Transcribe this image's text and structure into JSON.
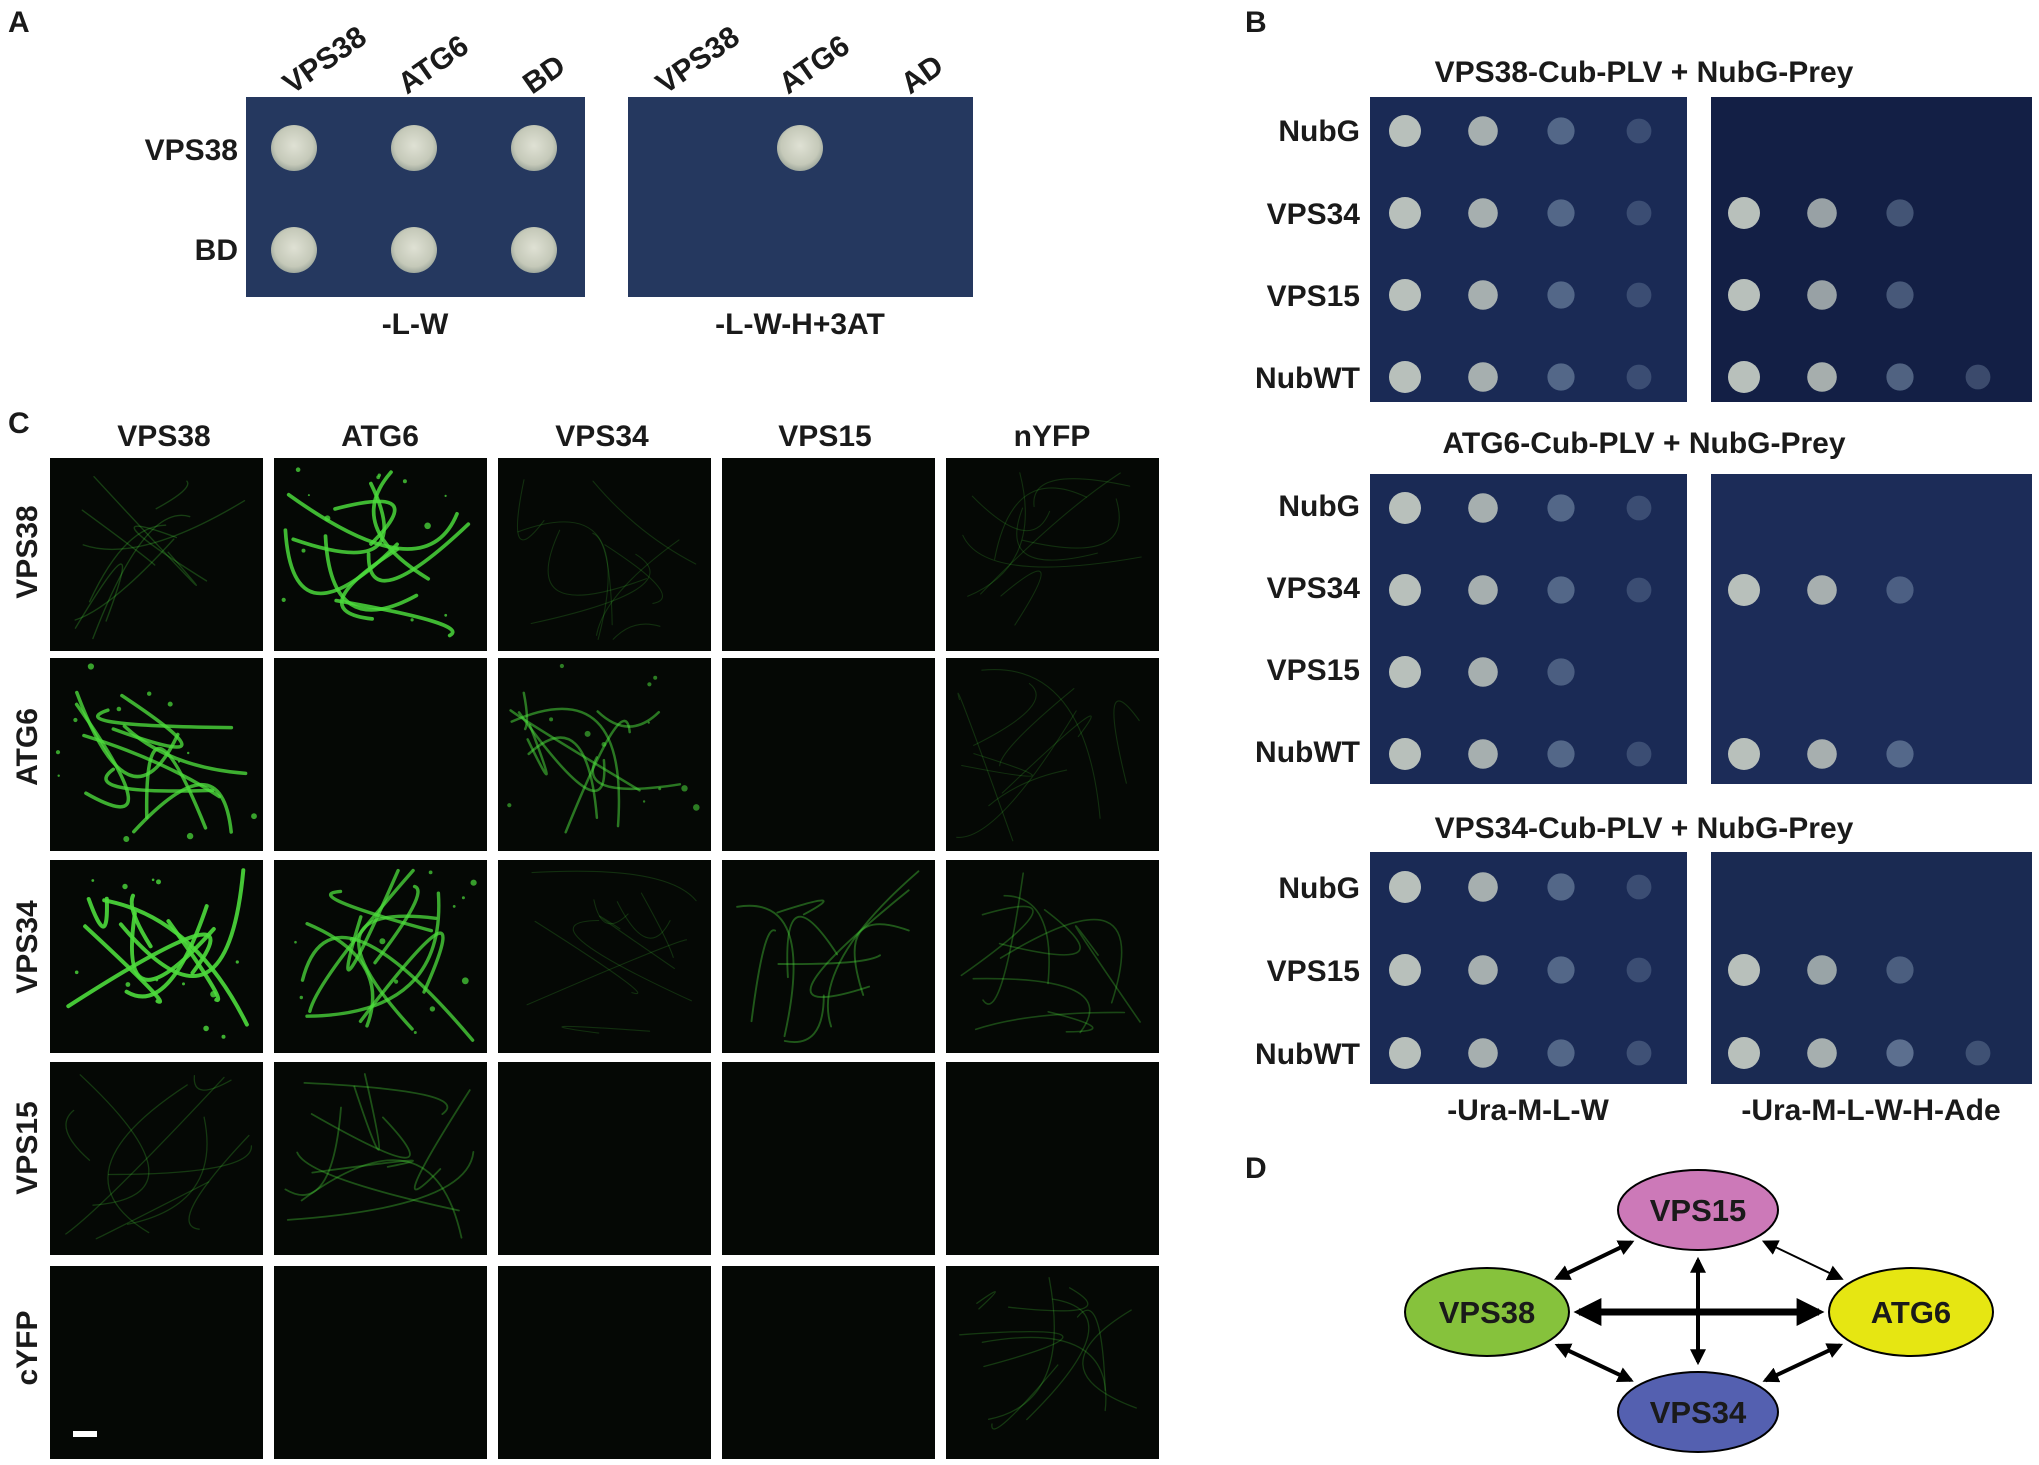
{
  "panel_a": {
    "letter": "A",
    "left_plate": {
      "columns": [
        "VPS38",
        "ATG6",
        "BD"
      ],
      "rows": [
        "VPS38",
        "BD"
      ],
      "medium": "-L-W",
      "growth": [
        [
          1,
          1,
          1
        ],
        [
          1,
          1,
          1
        ]
      ]
    },
    "right_plate": {
      "columns": [
        "VPS38",
        "ATG6",
        "AD"
      ],
      "medium": "-L-W-H+3AT",
      "growth": [
        [
          0,
          1,
          0
        ],
        [
          0,
          0,
          0
        ]
      ]
    },
    "plate_color": "#25385f",
    "colony_color": "#c9ccbd"
  },
  "panel_b": {
    "letter": "B",
    "media": [
      "-Ura-M-L-W",
      "-Ura-M-L-W-H-Ade"
    ],
    "groups": [
      {
        "title": "VPS38-Cub-PLV + NubG-Prey",
        "rows": [
          "NubG",
          "VPS34",
          "VPS15",
          "NubWT"
        ],
        "left_growth": [
          [
            1,
            0.8,
            0.4,
            0.1
          ],
          [
            1,
            0.8,
            0.4,
            0.1
          ],
          [
            1,
            0.8,
            0.4,
            0.1
          ],
          [
            1,
            0.8,
            0.4,
            0.1
          ]
        ],
        "right_growth": [
          [
            0,
            0,
            0,
            0
          ],
          [
            1,
            0.7,
            0.25,
            0
          ],
          [
            1,
            0.7,
            0.3,
            0
          ],
          [
            1,
            0.8,
            0.4,
            0.15
          ]
        ]
      },
      {
        "title": "ATG6-Cub-PLV + NubG-Prey",
        "rows": [
          "NubG",
          "VPS34",
          "VPS15",
          "NubWT"
        ],
        "left_growth": [
          [
            1,
            0.8,
            0.4,
            0.1
          ],
          [
            1,
            0.8,
            0.4,
            0.1
          ],
          [
            1,
            0.8,
            0.3,
            0
          ],
          [
            1,
            0.8,
            0.4,
            0.1
          ]
        ],
        "right_growth": [
          [
            0,
            0,
            0,
            0
          ],
          [
            1,
            0.8,
            0.3,
            0
          ],
          [
            0,
            0,
            0,
            0
          ],
          [
            1,
            0.8,
            0.4,
            0
          ]
        ]
      },
      {
        "title": "VPS34-Cub-PLV + NubG-Prey",
        "rows": [
          "NubG",
          "VPS15",
          "NubWT"
        ],
        "left_growth": [
          [
            1,
            0.8,
            0.4,
            0.1
          ],
          [
            1,
            0.8,
            0.4,
            0.1
          ],
          [
            1,
            0.8,
            0.4,
            0.15
          ]
        ],
        "right_growth": [
          [
            0,
            0,
            0,
            0
          ],
          [
            1,
            0.7,
            0.3,
            0
          ],
          [
            1,
            0.8,
            0.5,
            0.15
          ]
        ]
      }
    ]
  },
  "panel_c": {
    "letter": "C",
    "columns": [
      "VPS38",
      "ATG6",
      "VPS34",
      "VPS15",
      "nYFP"
    ],
    "rows": [
      "VPS38",
      "ATG6",
      "VPS34",
      "VPS15",
      "cYFP"
    ],
    "signal": [
      [
        0.15,
        0.9,
        0.05,
        0,
        0.05
      ],
      [
        0.85,
        0,
        0.5,
        0,
        0.05
      ],
      [
        1,
        0.8,
        0.05,
        0.3,
        0.2
      ],
      [
        0.1,
        0.25,
        0,
        0,
        0
      ],
      [
        0,
        0,
        0,
        0,
        0.1
      ]
    ],
    "fluor_color": "#4cdc3c"
  },
  "panel_d": {
    "letter": "D",
    "nodes": [
      {
        "id": "VPS15",
        "label": "VPS15",
        "color": "#cc79b8"
      },
      {
        "id": "VPS38",
        "label": "VPS38",
        "color": "#86c23c"
      },
      {
        "id": "ATG6",
        "label": "ATG6",
        "color": "#e6e612"
      },
      {
        "id": "VPS34",
        "label": "VPS34",
        "color": "#5460b0"
      }
    ],
    "edges": [
      {
        "from": "VPS38",
        "to": "ATG6",
        "strength": "strong"
      },
      {
        "from": "VPS15",
        "to": "VPS34",
        "strength": "medium"
      },
      {
        "from": "VPS38",
        "to": "VPS15",
        "strength": "medium"
      },
      {
        "from": "VPS38",
        "to": "VPS34",
        "strength": "medium"
      },
      {
        "from": "ATG6",
        "to": "VPS34",
        "strength": "medium"
      },
      {
        "from": "VPS15",
        "to": "ATG6",
        "strength": "weak"
      }
    ]
  }
}
